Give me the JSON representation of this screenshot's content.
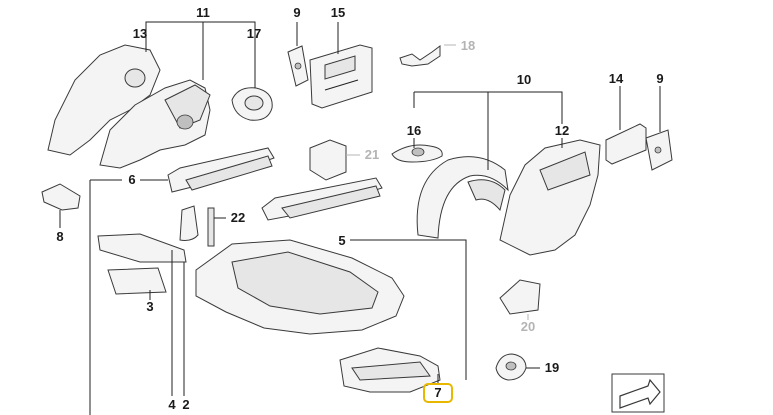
{
  "diagram": {
    "labels": [
      {
        "id": "11",
        "text": "11",
        "gray": false
      },
      {
        "id": "13",
        "text": "13",
        "gray": false
      },
      {
        "id": "17",
        "text": "17",
        "gray": false
      },
      {
        "id": "9a",
        "text": "9",
        "gray": false
      },
      {
        "id": "15",
        "text": "15",
        "gray": false
      },
      {
        "id": "18",
        "text": "18",
        "gray": true
      },
      {
        "id": "10",
        "text": "10",
        "gray": false
      },
      {
        "id": "16",
        "text": "16",
        "gray": false
      },
      {
        "id": "12",
        "text": "12",
        "gray": false
      },
      {
        "id": "14",
        "text": "14",
        "gray": false
      },
      {
        "id": "9b",
        "text": "9",
        "gray": false
      },
      {
        "id": "21",
        "text": "21",
        "gray": true
      },
      {
        "id": "6",
        "text": "6",
        "gray": false
      },
      {
        "id": "8",
        "text": "8",
        "gray": false
      },
      {
        "id": "22",
        "text": "22",
        "gray": false
      },
      {
        "id": "5",
        "text": "5",
        "gray": false
      },
      {
        "id": "3",
        "text": "3",
        "gray": false
      },
      {
        "id": "20",
        "text": "20",
        "gray": true
      },
      {
        "id": "19",
        "text": "19",
        "gray": false
      },
      {
        "id": "4",
        "text": "4",
        "gray": false
      },
      {
        "id": "2",
        "text": "2",
        "gray": false
      },
      {
        "id": "7",
        "text": "7",
        "gray": false,
        "highlighted": true
      }
    ],
    "colors": {
      "line": "#222222",
      "gray_label": "#b4b4b4",
      "highlight": "#e8b800"
    }
  }
}
